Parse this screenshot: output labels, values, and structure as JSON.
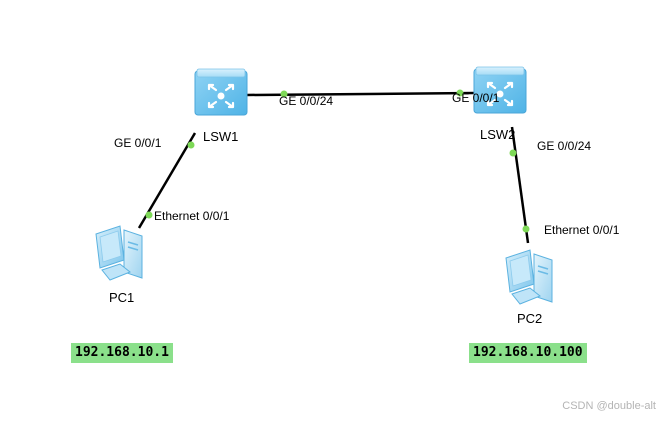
{
  "nodes": {
    "lsw1": {
      "label": "LSW1",
      "type": "switch"
    },
    "lsw2": {
      "label": "LSW2",
      "type": "switch"
    },
    "pc1": {
      "label": "PC1",
      "type": "pc",
      "ip": "192.168.10.1"
    },
    "pc2": {
      "label": "PC2",
      "type": "pc",
      "ip": "192.168.10.100"
    }
  },
  "links": {
    "lsw1_lsw2": {
      "a_port": "GE 0/0/24",
      "b_port": "GE 0/0/1"
    },
    "lsw1_pc1": {
      "a_port": "GE 0/0/1",
      "b_port": "Ethernet 0/0/1"
    },
    "lsw2_pc2": {
      "a_port": "GE 0/0/24",
      "b_port": "Ethernet 0/0/1"
    }
  },
  "watermark": "CSDN @double-alt",
  "colors": {
    "link": "#000000",
    "port_dot": "#7ed957",
    "ip_badge": "#8be08b",
    "switch_body": "#7fcdf2"
  },
  "icons": {
    "switch": "switch-icon",
    "pc": "pc-icon"
  }
}
